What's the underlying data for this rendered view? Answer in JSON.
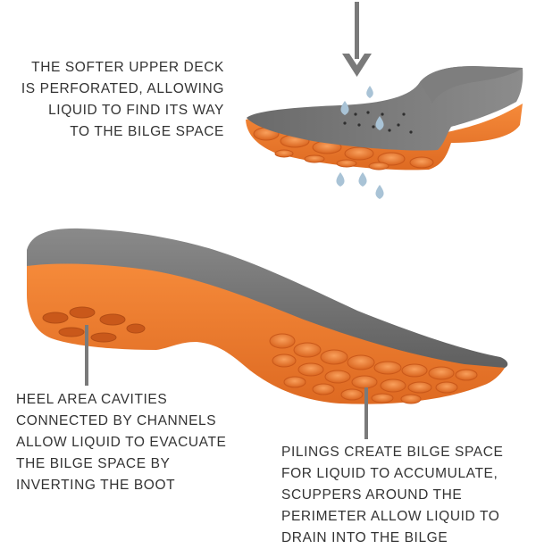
{
  "callouts": {
    "upper_deck": {
      "lines": [
        "THE SOFTER UPPER DECK",
        "IS PERFORATED, ALLOWING",
        "LIQUID TO FIND ITS WAY",
        "TO THE BILGE SPACE"
      ]
    },
    "heel_cavities": {
      "lines": [
        "HEEL AREA CAVITIES",
        "CONNECTED BY CHANNELS",
        "ALLOW LIQUID TO EVACUATE",
        "THE BILGE SPACE BY",
        "INVERTING THE BOOT"
      ]
    },
    "pilings": {
      "lines": [
        "PILINGS CREATE BILGE SPACE",
        "FOR LIQUID TO ACCUMULATE,",
        "SCUPPERS AROUND THE",
        "PERIMETER ALLOW LIQUID TO",
        "DRAIN INTO THE BILGE"
      ]
    }
  },
  "colors": {
    "sole_orange": "#f07a2e",
    "sole_orange_dark": "#d4621c",
    "deck_gray": "#6f6f6f",
    "deck_gray_light": "#8a8a8a",
    "pointer_gray": "#7a7a7a",
    "drop_blue": "#a9c3d6",
    "text": "#333333"
  },
  "icons": [
    "down-arrow-icon",
    "water-drop-icon"
  ]
}
